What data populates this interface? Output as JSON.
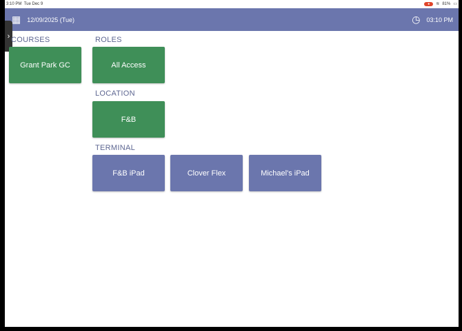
{
  "status_bar": {
    "time": "3:10 PM",
    "date": "Tue Dec 9",
    "battery": "81%"
  },
  "header": {
    "date": "12/09/2025 (Tue)",
    "time": "03:10 PM"
  },
  "colors": {
    "header": "#6b76ad",
    "selected": "#3f8f58",
    "unselected": "#6b76ad"
  },
  "sections": {
    "courses": {
      "label": "COURSES",
      "items": [
        "Grant Park GC"
      ]
    },
    "roles": {
      "label": "ROLES",
      "items": [
        "All Access"
      ]
    },
    "location": {
      "label": "LOCATION",
      "items": [
        "F&B"
      ]
    },
    "terminal": {
      "label": "TERMINAL",
      "items": [
        "F&B iPad",
        "Clover Flex",
        "Michael's iPad"
      ]
    }
  }
}
